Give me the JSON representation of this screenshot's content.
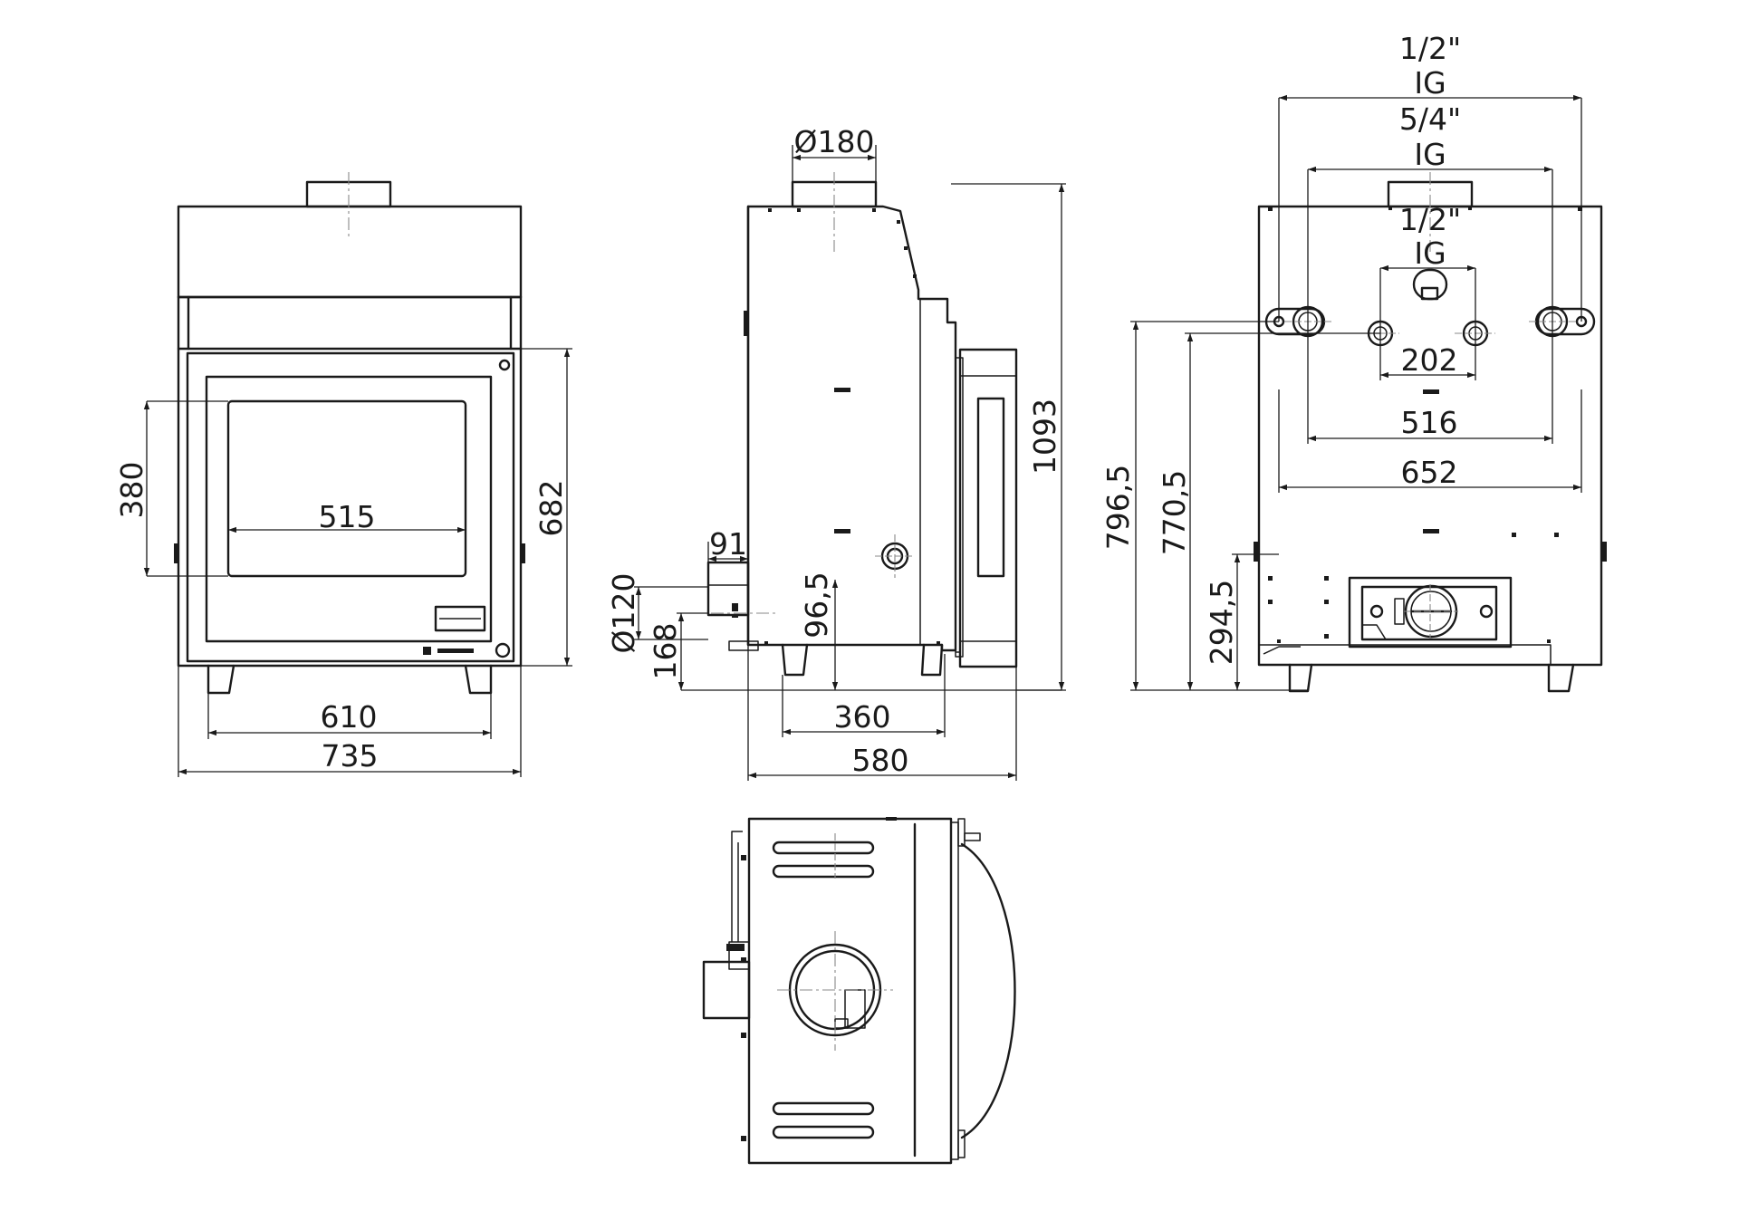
{
  "front_view": {
    "dim_515": "515",
    "dim_380": "380",
    "dim_682": "682",
    "dim_610": "610",
    "dim_735": "735"
  },
  "side_view": {
    "dim_d180": "Ø180",
    "dim_1093": "1093",
    "dim_91": "91",
    "dim_d120": "Ø120",
    "dim_96_5": "96,5",
    "dim_168": "168",
    "dim_360": "360",
    "dim_580": "580"
  },
  "rear_view": {
    "conn_outer_size": "1/2\"",
    "conn_outer_type": "IG",
    "conn_mid_size": "5/4\"",
    "conn_mid_type": "IG",
    "conn_inner_size": "1/2\"",
    "conn_inner_type": "IG",
    "dim_202": "202",
    "dim_516": "516",
    "dim_652": "652",
    "dim_796_5": "796,5",
    "dim_770_5": "770,5",
    "dim_294_5": "294,5"
  },
  "colors": {
    "line": "#1a1a1a",
    "centerline": "#888888",
    "background": "#ffffff"
  }
}
